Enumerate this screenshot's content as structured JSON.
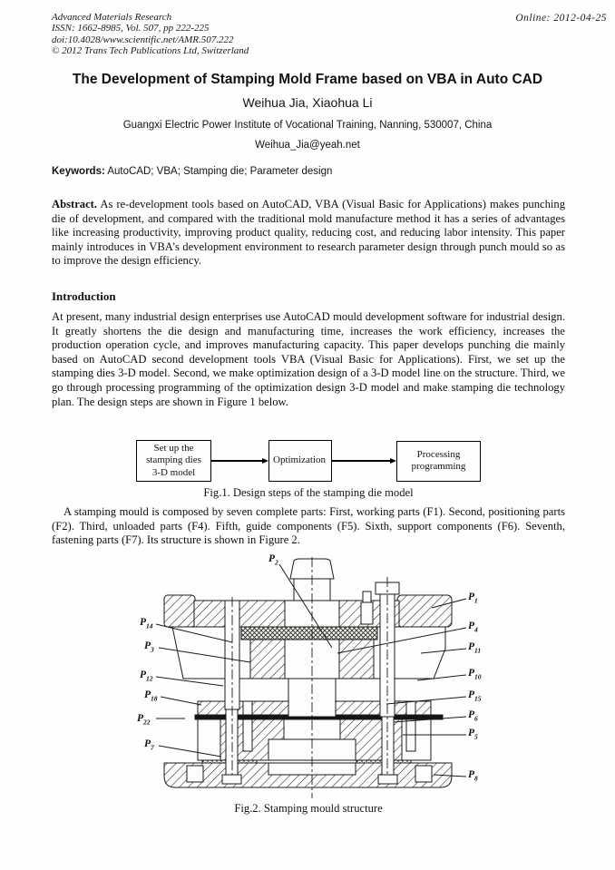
{
  "header": {
    "journal": "Advanced Materials Research",
    "issn_line": "ISSN: 1662-8985, Vol. 507, pp 222-225",
    "doi_line": "doi:10.4028/www.scientific.net/AMR.507.222",
    "copyright_line": "© 2012 Trans Tech Publications Ltd, Switzerland",
    "online_date": "Online: 2012-04-25"
  },
  "title": "The Development of Stamping Mold Frame based on VBA in Auto CAD",
  "authors": "Weihua Jia, Xiaohua Li",
  "affiliation": "Guangxi Electric Power Institute of Vocational Training, Nanning, 530007, China",
  "email": "Weihua_Jia@yeah.net",
  "keywords_label": "Keywords:",
  "keywords": "AutoCAD; VBA; Stamping die; Parameter design",
  "abstract_label": "Abstract.",
  "abstract_text": "As re-development tools based on AutoCAD, VBA (Visual Basic for Applications) makes punching die of development, and compared with the traditional mold manufacture method it has a series of advantages like increasing productivity, improving product quality, reducing cost, and reducing labor intensity. This paper mainly introduces in VBA’s development environment to research parameter design through punch mould so as to improve the design efficiency.",
  "sections": {
    "introduction": {
      "heading": "Introduction",
      "para1": "At present, many industrial design enterprises use AutoCAD mould development software for industrial design. It greatly shortens the die design and manufacturing time, increases the work efficiency, increases the production operation cycle, and improves manufacturing capacity. This paper develops punching die mainly based on AutoCAD second development tools VBA (Visual Basic for Applications). First, we set up the stamping dies 3-D model. Second, we make optimization design of a 3-D model line on the structure. Third, we go through processing programming of the optimization design 3-D model and make stamping die technology plan. The design steps are shown in Figure 1 below.",
      "para2": "A stamping mould is composed by seven complete parts: First, working parts (F1). Second, positioning parts (F2). Third, unloaded parts (F4). Fifth, guide components (F5). Sixth, support components (F6). Seventh, fastening parts (F7). Its structure is shown in Figure 2."
    }
  },
  "figure1": {
    "box1_lines": [
      "Set up the",
      "stamping dies",
      "3-D model"
    ],
    "box2": "Optimization",
    "box3_lines": [
      "Processing",
      "programming"
    ],
    "caption": "Fig.1. Design steps of the stamping die model"
  },
  "figure2": {
    "caption": "Fig.2. Stamping mould structure",
    "labels": {
      "top": [
        "P2"
      ],
      "left": [
        "P14",
        "P3",
        "P12",
        "P18",
        "P22",
        "P7"
      ],
      "right": [
        "P1",
        "P4",
        "P11",
        "P10",
        "P15",
        "P6",
        "P5",
        "P8"
      ]
    }
  }
}
